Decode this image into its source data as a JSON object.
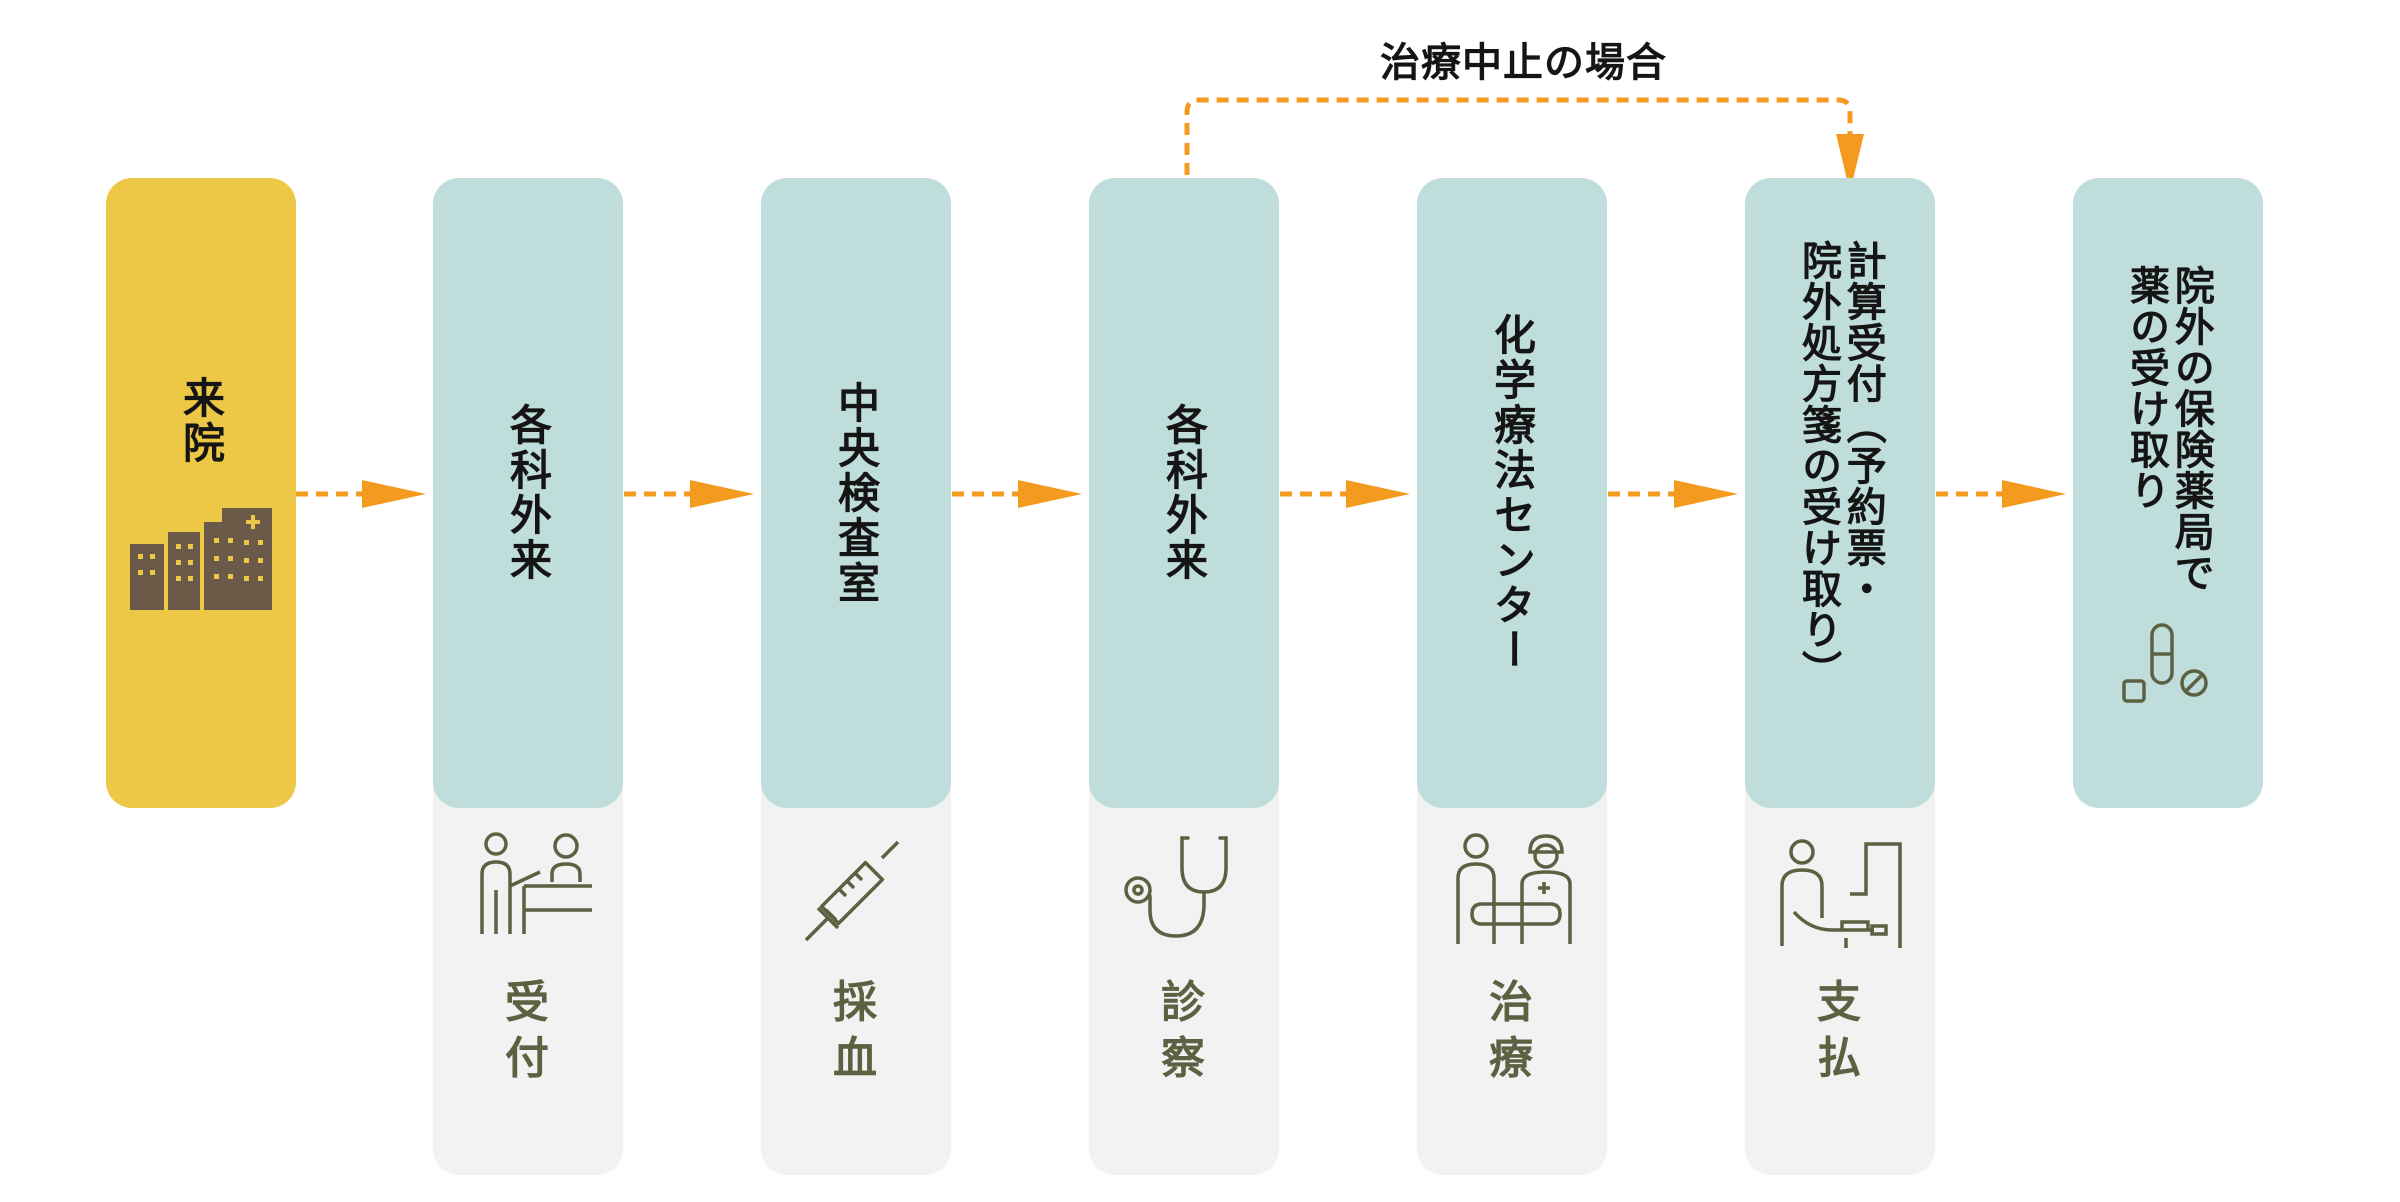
{
  "colors": {
    "arrival": "#edc847",
    "step": "#bfddda",
    "lower": "#f2f2f2",
    "arrow": "#f39a1f",
    "icon": "#5b6141"
  },
  "start": {
    "label": "来院",
    "icon": "hospital-icon"
  },
  "steps": [
    {
      "label": "各科外来",
      "action": [
        "受",
        "付"
      ],
      "icon": "reception-icon"
    },
    {
      "label": "中央検査室",
      "action": [
        "採",
        "血"
      ],
      "icon": "syringe-icon"
    },
    {
      "label": "各科外来",
      "action": [
        "診",
        "察"
      ],
      "icon": "stethoscope-icon"
    },
    {
      "label": "化学療法センター",
      "action": [
        "治",
        "療"
      ],
      "icon": "treatment-icon"
    },
    {
      "label_lines": [
        "計算受付（予約票・",
        "院外処方箋の受け取り）"
      ],
      "action": [
        "支",
        "払"
      ],
      "icon": "payment-counter-icon"
    },
    {
      "label_lines": [
        "院外の保険薬局で",
        "薬の受け取り"
      ],
      "icon": "pills-icon"
    }
  ],
  "branch": {
    "label": "治療中止の場合"
  }
}
